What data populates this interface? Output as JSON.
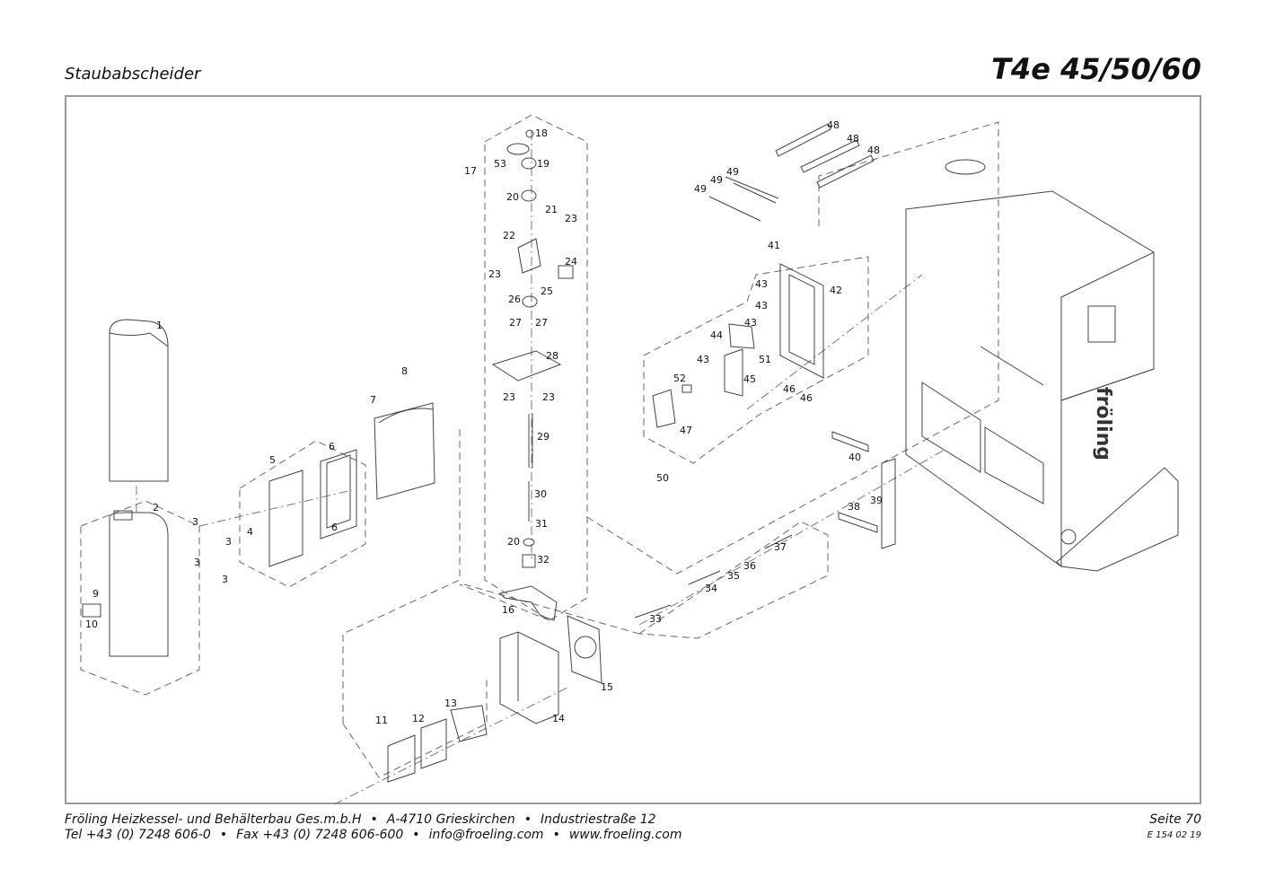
{
  "header": {
    "section": "Staubabscheider",
    "model": "T4e 45/50/60"
  },
  "footer": {
    "company": "Fröling Heizkessel- und Behälterbau Ges.m.b.H",
    "city": "A-4710 Grieskirchen",
    "street": "Industriestraße 12",
    "tel": "Tel +43 (0) 7248 606-0",
    "fax": "Fax +43 (0) 7248 606-600",
    "email": "info@froeling.com",
    "web": "www.froeling.com",
    "page": "Seite 70",
    "doc_number": "E 154 02 19"
  },
  "boiler_brand": "fröling",
  "part_labels": {
    "p1": "1",
    "p2": "2",
    "p3a": "3",
    "p3b": "3",
    "p3c": "3",
    "p3d": "3",
    "p4": "4",
    "p5": "5",
    "p6a": "6",
    "p6b": "6",
    "p7": "7",
    "p8": "8",
    "p9": "9",
    "p10": "10",
    "p11": "11",
    "p12": "12",
    "p13": "13",
    "p14": "14",
    "p15": "15",
    "p16": "16",
    "p17": "17",
    "p18": "18",
    "p19": "19",
    "p20a": "20",
    "p20b": "20",
    "p21": "21",
    "p22": "22",
    "p23a": "23",
    "p23b": "23",
    "p23c": "23",
    "p23d": "23",
    "p24": "24",
    "p25": "25",
    "p26": "26",
    "p27a": "27",
    "p27b": "27",
    "p28": "28",
    "p29": "29",
    "p30": "30",
    "p31": "31",
    "p32": "32",
    "p33": "33",
    "p34": "34",
    "p35": "35",
    "p36": "36",
    "p37": "37",
    "p38": "38",
    "p39": "39",
    "p40": "40",
    "p41": "41",
    "p42": "42",
    "p43a": "43",
    "p43b": "43",
    "p43c": "43",
    "p43d": "43",
    "p44": "44",
    "p45": "45",
    "p46a": "46",
    "p46b": "46",
    "p47": "47",
    "p48a": "48",
    "p48b": "48",
    "p48c": "48",
    "p49a": "49",
    "p49b": "49",
    "p49c": "49",
    "p50": "50",
    "p51": "51",
    "p52": "52",
    "p53": "53"
  }
}
